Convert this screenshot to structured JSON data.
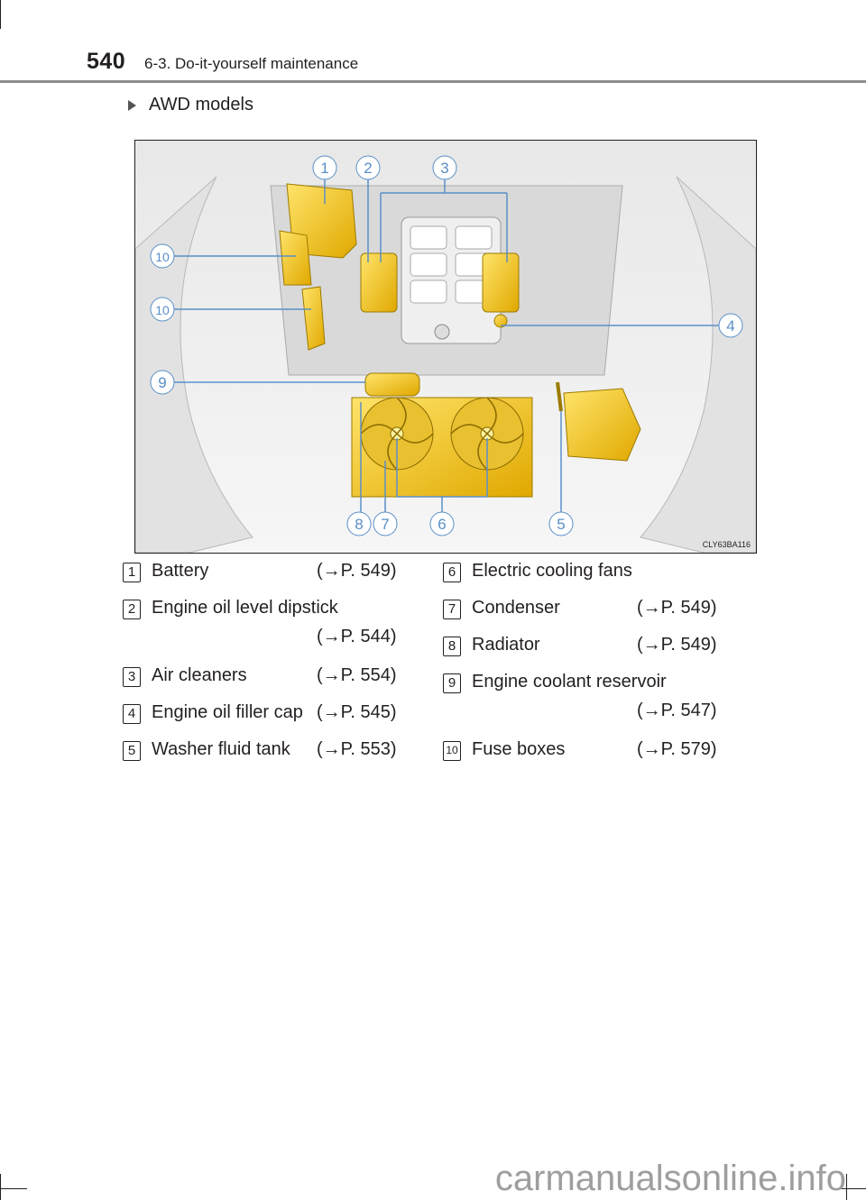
{
  "header": {
    "page_number": "540",
    "section": "6-3. Do-it-yourself maintenance"
  },
  "subheading": "AWD models",
  "figure": {
    "code": "CLY63BA116",
    "callouts": [
      "1",
      "2",
      "3",
      "4",
      "5",
      "6",
      "7",
      "8",
      "9",
      "10"
    ]
  },
  "legend": [
    {
      "num": "1",
      "label": "Battery",
      "ref": "(→P. 549)"
    },
    {
      "num": "2",
      "label": "Engine oil level dipstick",
      "ref": "(→P. 544)"
    },
    {
      "num": "3",
      "label": "Air cleaners",
      "ref": "(→P. 554)"
    },
    {
      "num": "4",
      "label": "Engine oil filler cap",
      "ref": "(→P. 545)"
    },
    {
      "num": "5",
      "label": "Washer fluid tank",
      "ref": "(→P. 553)"
    },
    {
      "num": "6",
      "label": "Electric cooling fans",
      "ref": ""
    },
    {
      "num": "7",
      "label": "Condenser",
      "ref": "(→P. 549)"
    },
    {
      "num": "8",
      "label": "Radiator",
      "ref": "(→P. 549)"
    },
    {
      "num": "9",
      "label": "Engine coolant reservoir",
      "ref": "(→P. 547)"
    },
    {
      "num": "10",
      "label": "Fuse boxes",
      "ref": "(→P. 579)"
    }
  ],
  "watermark": "carmanualsonline.info",
  "colors": {
    "highlight": "#f5c518",
    "callout_line": "#5a8fc8",
    "rule": "#8d8d8d"
  }
}
